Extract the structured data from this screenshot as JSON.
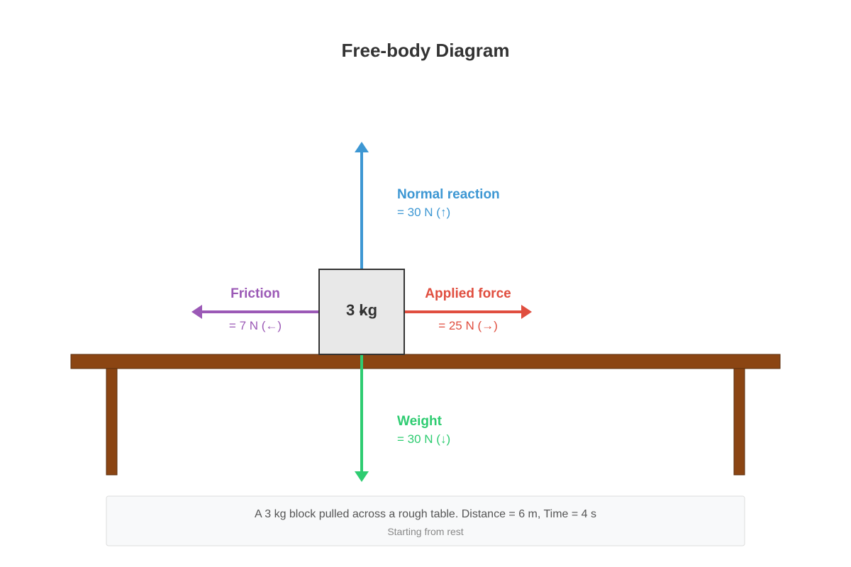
{
  "title": "Free-body Diagram",
  "block": {
    "mass_label": "3 kg"
  },
  "forces": {
    "normal": {
      "name": "Normal reaction",
      "value": "= 30 N (↑)",
      "color": "#3d97d3"
    },
    "applied": {
      "name": "Applied force",
      "value": "= 25 N (→)",
      "color": "#e04e3f"
    },
    "friction": {
      "name": "Friction",
      "value": "= 7 N (←)",
      "color": "#9b59b6"
    },
    "weight": {
      "name": "Weight",
      "value": "= 30 N (↓)",
      "color": "#2ecc71"
    }
  },
  "caption": {
    "main": "A 3 kg block pulled across a rough table. Distance = 6 m, Time = 4 s",
    "sub": "Starting from rest"
  },
  "colors": {
    "table": "#8b4513",
    "block_fill": "#e8e8e8",
    "block_stroke": "#333333"
  }
}
